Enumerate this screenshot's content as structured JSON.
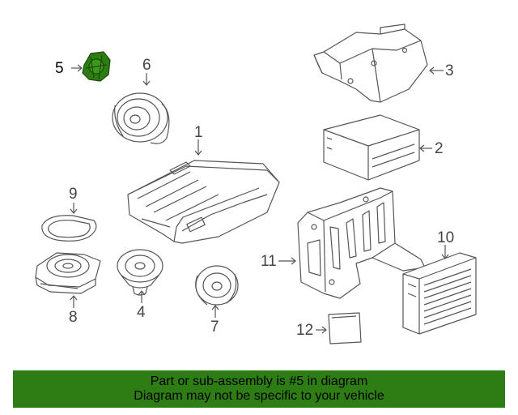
{
  "callouts": {
    "c1": "1",
    "c2": "2",
    "c3": "3",
    "c4": "4",
    "c5": "5",
    "c6": "6",
    "c7": "7",
    "c8": "8",
    "c9": "9",
    "c10": "10",
    "c11": "11",
    "c12": "12"
  },
  "colors": {
    "highlight": "#2e7d14",
    "banner_bg": "#2e7d14",
    "line": "#555555"
  },
  "banner": {
    "line1": "Part or sub-assembly is #5 in diagram",
    "line2": "Diagram may not be specific to your vehicle"
  }
}
